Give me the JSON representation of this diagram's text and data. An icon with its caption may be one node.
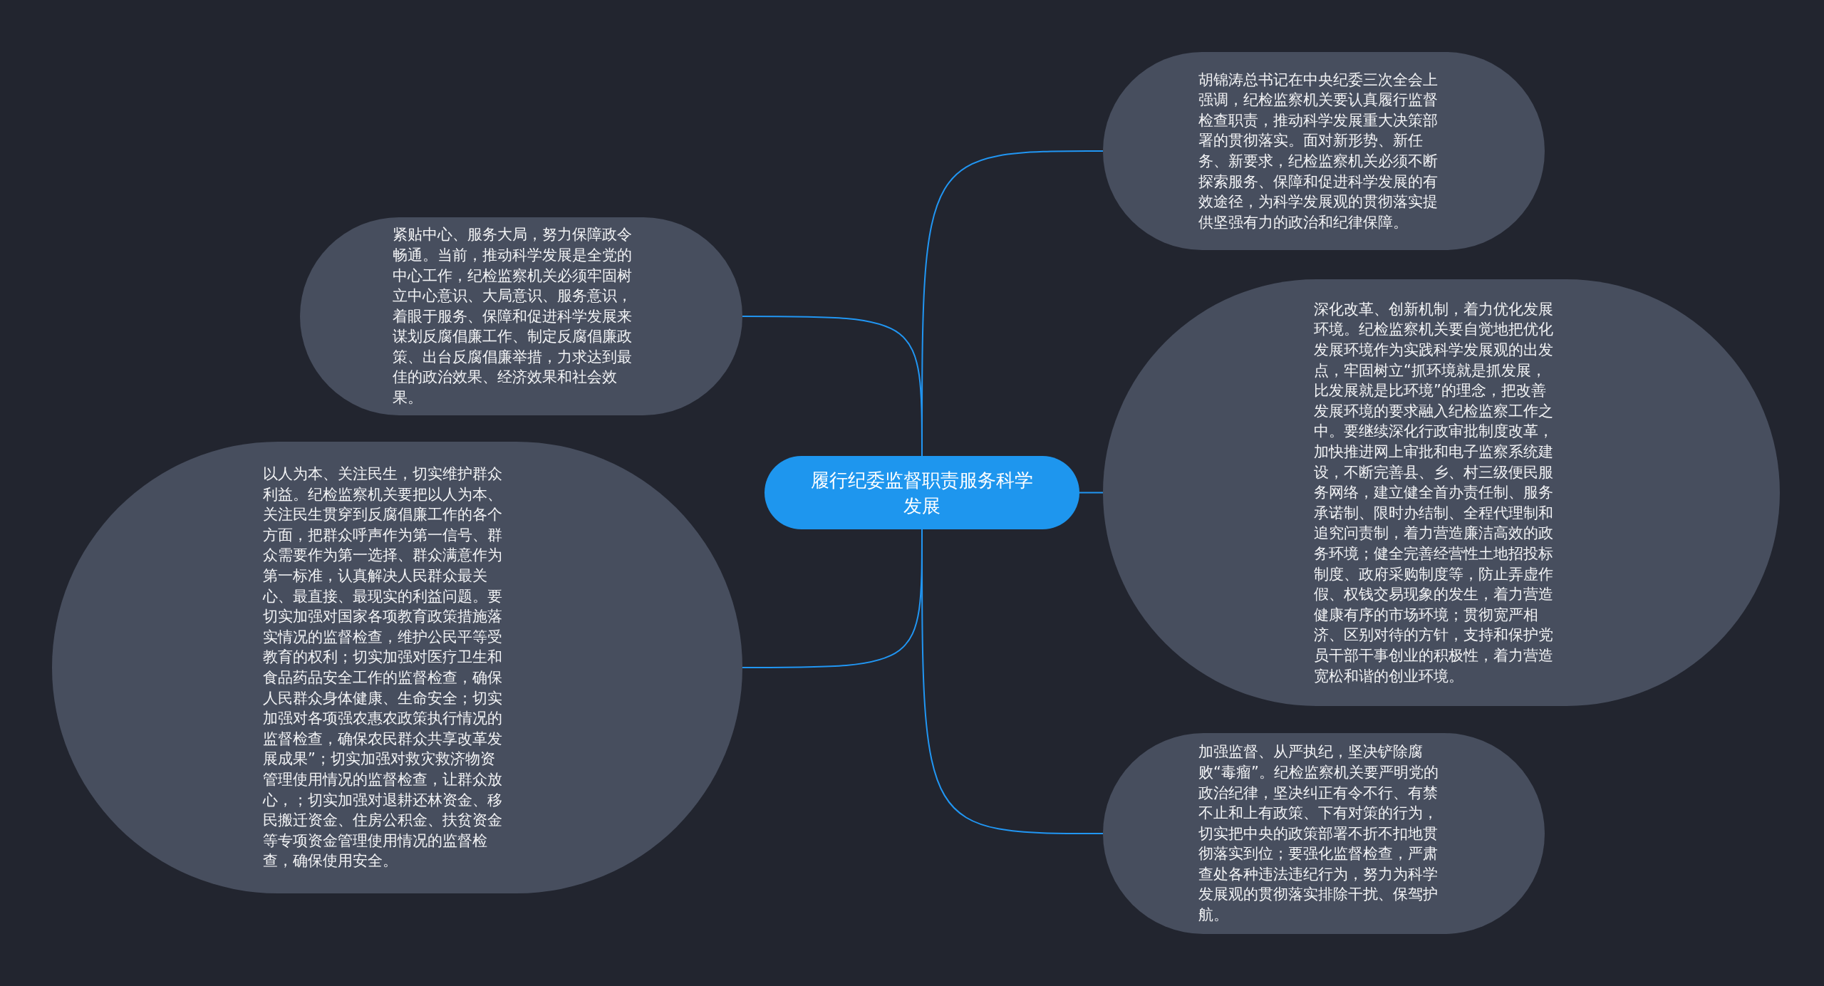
{
  "diagram": {
    "nodes": [
      {
        "text": [
          "履行纪委监督职责服务科学发展"
        ]
      },
      {
        "text": [
          "胡锦涛总书记在中央纪委三次全会上强调，纪检监察机关要认真履行监督检查职责，推动科学发展重大决策部署的贯彻落实。面对新形势、新任务、新要求，纪检监察机关必须不断探索服务、保障和促进科学发展的有效途径，为科学发展观的贯彻落实提供坚强有力的政治和纪律保障。"
        ]
      },
      {
        "text": [
          "紧贴中心、服务大局，努力保障政令畅通。当前，推动科学发展是全党的中心工作，纪检监察机关必须牢固树立中心意识、大局意识、服务意识，着眼于服务、保障和促进科学发展来谋划反腐倡廉工作、制定反腐倡廉政策、出台反腐倡廉举措，力求达到最佳的政治效果、经济效果和社会效果。"
        ]
      },
      {
        "text": [
          "深化改革、创新机制，着力优化发展环境。纪检监察机关要自觉地把优化发展环境作为实践科学发展观的出发点，牢固树立“抓环境就是抓发展，比发展就是比环境”的理念，把改善发展环境的要求融入纪检监察工作之中。要继续深化行政审批制度改革，加快推进网上审批和电子监察系统建设，不断完善县、乡、村三级便民服务网络，建立健全首办责任制、服务承诺制、限时办结制、全程代理制和追究问责制，着力营造廉洁高效的政务环境；健全完善经营性土地招投标制度、政府采购制度等，防止弄虚作假、权钱交易现象的发生，着力营造健康有序的市场环境；贯彻宽严相济、区别对待的方针，支持和保护党员干部干事创业的积极性，着力营造宽松和谐的创业环境。"
        ]
      },
      {
        "text": [
          "以人为本、关注民生，切实维护群众利益。纪检监察机关要把以人为本、关注民生贯穿到反腐倡廉工作的各个方面，把群众呼声作为第一信号、群众需要作为第一选择、群众满意作为第一标准，认真解决人民群众最关心、最直接、最现实的利益问题。要切实加强对国家各项教育政策措施落实情况的监督检查，维护公民平等受教育的权利；切实加强对医疗卫生和食品药品安全工作的监督检查，确保人民群众身体健康、生命安全；切实加强对各项强农惠农政策执行情况的监督检查，确保农民群众共享改革发展成果”；切实加强对救灾救济物资管理使用情况的监督检查，让群众放心，；切实加强对退耕还林资金、移民搬迁资金、住房公积金、扶贫资金等专项资金管理使用情况的监督检查，确保使用安全。"
        ]
      },
      {
        "text": [
          "加强监督、从严执纪，坚决铲除腐败“毒瘤”。纪检监察机关要严明党的政治纪律，坚决纠正有令不行、有禁不止和上有政策、下有对策的行为，切实把中央的政策部署不折不扣地贯彻落实到位；要强化监督检查，严肃查处各种违法违纪行为，努力为科学发展观的贯彻落实排除干扰、保驾护航。"
        ]
      }
    ],
    "edges": [
      {
        "from": 0,
        "to": 1,
        "arrow": "none"
      },
      {
        "from": 0,
        "to": 2,
        "arrow": "none"
      },
      {
        "from": 0,
        "to": 3,
        "arrow": "none"
      },
      {
        "from": 0,
        "to": 4,
        "arrow": "none"
      },
      {
        "from": 0,
        "to": 5,
        "arrow": "none"
      }
    ]
  }
}
